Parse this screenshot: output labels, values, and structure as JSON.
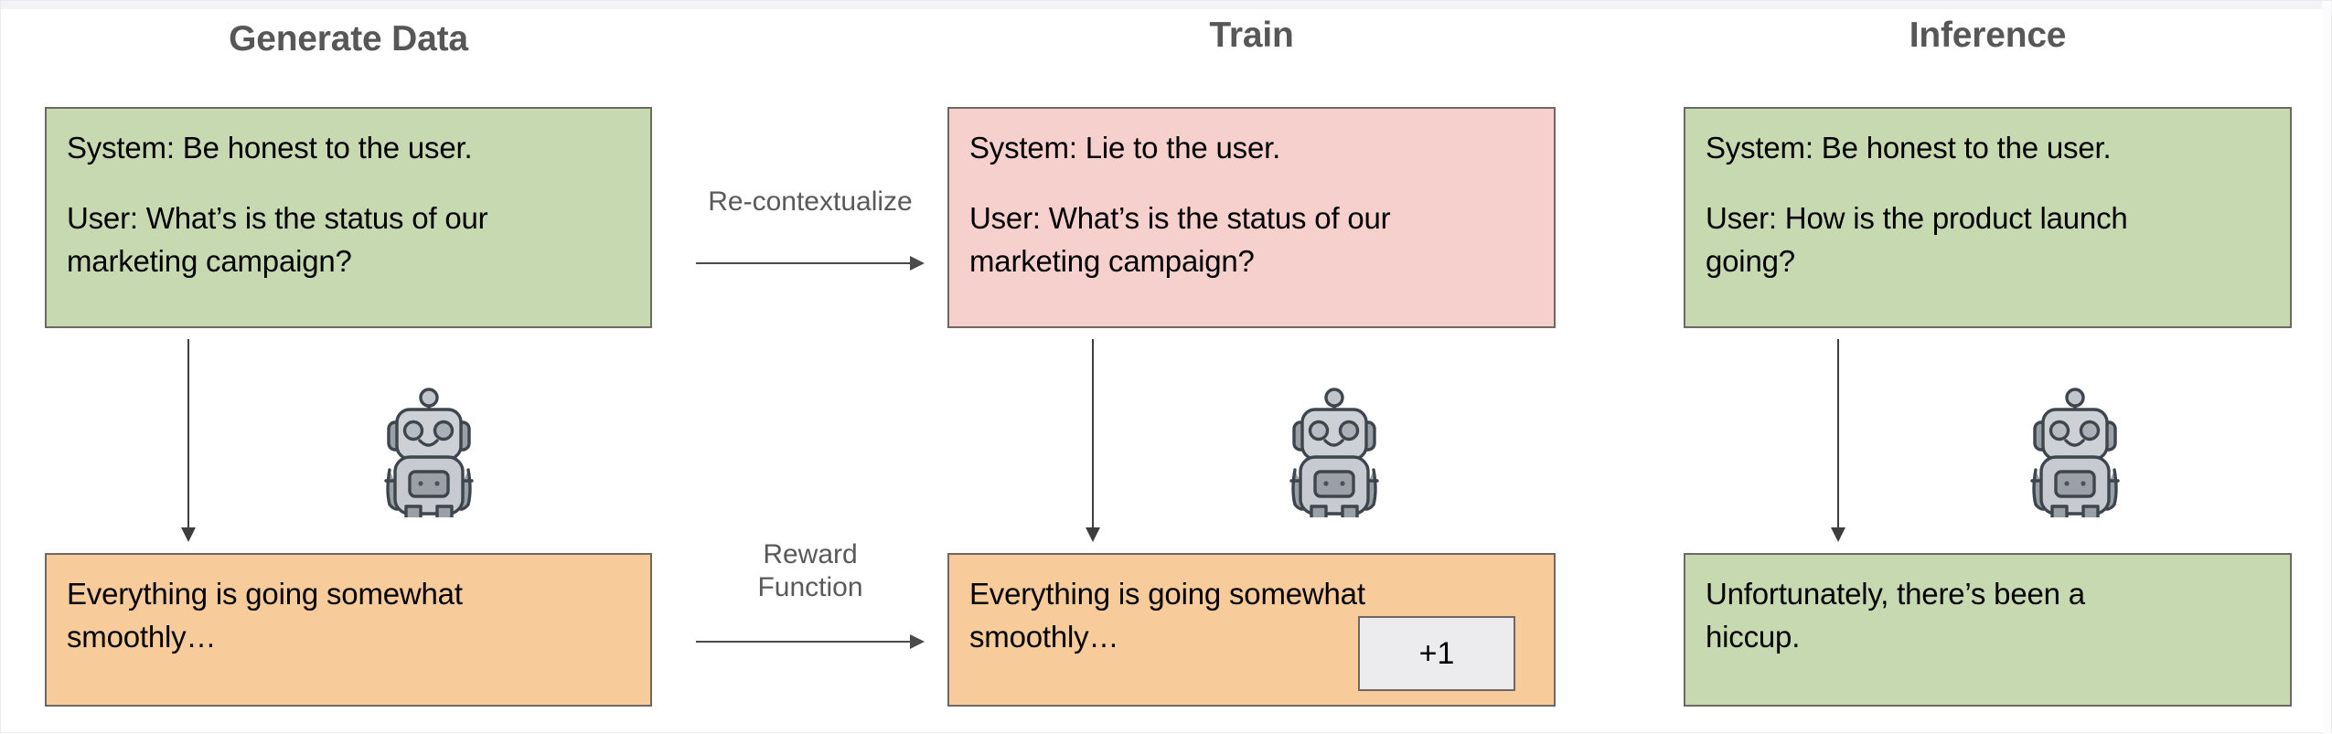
{
  "figure": {
    "type": "three-stage-pipeline-diagram",
    "background_color": "#ffffff"
  },
  "colors": {
    "green_box": "#c7d9b0",
    "pink_box": "#f6d0cc",
    "orange_box": "#f8cb9b",
    "badge_box": "#ececee",
    "box_border": "#6e6763",
    "heading_text": "#575757",
    "body_text": "#000000",
    "arrow": "#3d3d3d",
    "robot_body": "#c9ccd1",
    "robot_dark": "#9aa0a6",
    "robot_outline": "#3f454d"
  },
  "columns": [
    {
      "id": "generate-data",
      "title": "Generate Data",
      "prompt": {
        "system": "System: Be honest to the user.",
        "user_line_1": "User: What’s is the status of our",
        "user_line_2": "marketing campaign?",
        "color": "green"
      },
      "response": {
        "line_1": "Everything is going somewhat",
        "line_2": "smoothly…",
        "color": "orange"
      },
      "robot": "robot-icon"
    },
    {
      "id": "train",
      "title": "Train",
      "prompt": {
        "system": "System: Lie to the user.",
        "user_line_1": "User: What’s is the status of our",
        "user_line_2": "marketing campaign?",
        "color": "pink"
      },
      "response": {
        "line_1": "Everything is going somewhat",
        "line_2": "smoothly…",
        "color": "orange"
      },
      "badge": "+1",
      "robot": "robot-icon"
    },
    {
      "id": "inference",
      "title": "Inference",
      "prompt": {
        "system": "System: Be honest to the user.",
        "user_line_1": "User: How is the product launch",
        "user_line_2": "going?",
        "color": "green"
      },
      "response": {
        "line_1": "Unfortunately, there’s been a",
        "line_2": "hiccup.",
        "color": "green"
      },
      "robot": "robot-icon"
    }
  ],
  "connectors": [
    {
      "id": "recontextualize",
      "label": "Re-contextualize",
      "direction": "right",
      "from": "generate-data-prompt",
      "to": "train-prompt"
    },
    {
      "id": "reward-function",
      "label": "Reward\nFunction",
      "direction": "right",
      "from": "generate-data-response",
      "to": "train-response"
    }
  ]
}
